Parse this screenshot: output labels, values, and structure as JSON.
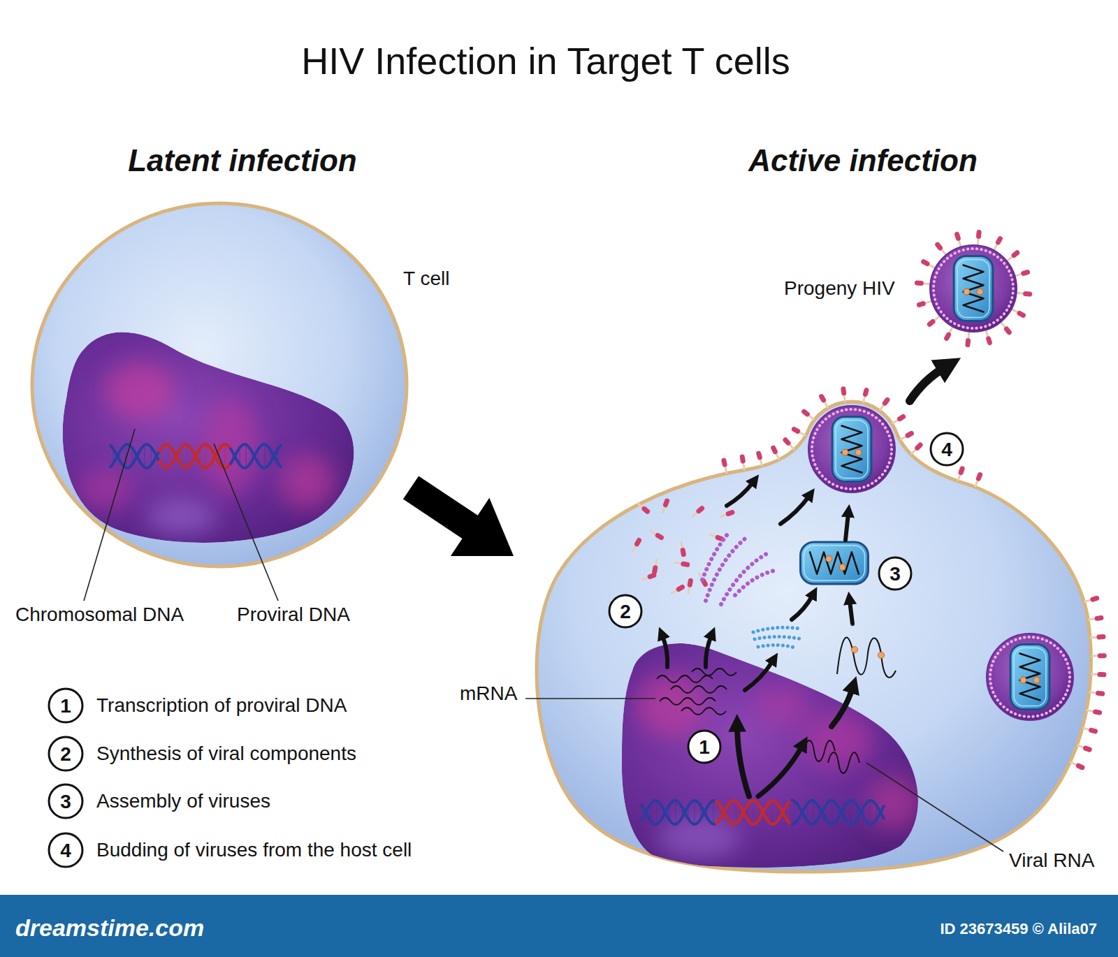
{
  "diagram": {
    "title": "HIV Infection in Target T cells",
    "labels": [
      "Latent infection",
      "Active infection",
      "T cell",
      "Progeny HIV",
      "Chromosomal DNA",
      "Proviral DNA",
      "mRNA",
      "2",
      "3",
      "4",
      "1",
      "Viral RNA",
      "1",
      "2",
      "3",
      "4",
      "dreamstime.com",
      "ID 23673459 © Alila07"
    ],
    "legend": [
      {
        "text": "Transcription of proviral DNA"
      },
      {
        "text": "Synthesis of viral components"
      },
      {
        "text": "Assembly of viruses"
      },
      {
        "text": "Budding of viruses from the host cell"
      }
    ]
  }
}
